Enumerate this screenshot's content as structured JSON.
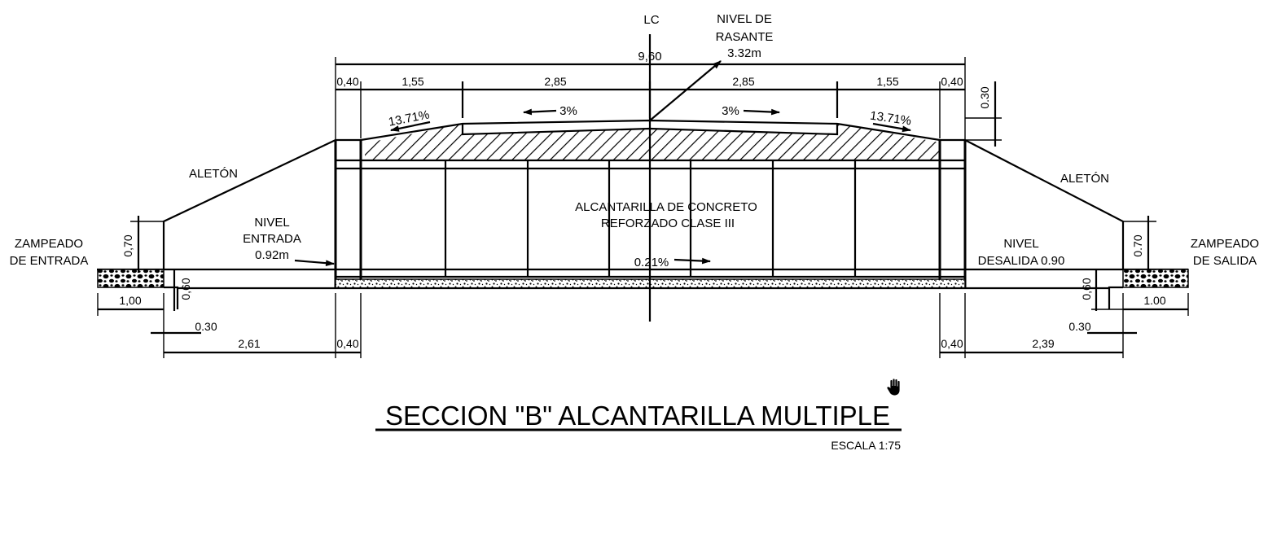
{
  "drawing": {
    "title": "SECCION \"B\" ALCANTARILLA MULTIPLE",
    "scale": "ESCALA 1:75",
    "centerline": "LC",
    "grade_level": {
      "line1": "NIVEL DE",
      "line2": "RASANTE",
      "value": "3.32m"
    },
    "culvert": {
      "line1": "ALCANTARILLA DE CONCRETO",
      "line2": "REFORZADO CLASE III"
    },
    "wingwall_left": "ALETÓN",
    "wingwall_right": "ALETÓN",
    "apron_left": {
      "line1": "ZAMPEADO",
      "line2": "DE ENTRADA"
    },
    "apron_right": {
      "line1": "ZAMPEADO",
      "line2": "DE SALIDA"
    },
    "inlet_level": {
      "line1": "NIVEL",
      "line2": "ENTRADA",
      "value": "0.92m"
    },
    "outlet_level": {
      "line1": "NIVEL",
      "line2": "DESALIDA 0.90"
    },
    "slopes": {
      "road_left": "3%",
      "road_right": "3%",
      "shoulder_left": "13.71%",
      "shoulder_right": "13.71%",
      "culvert": "0.21%"
    },
    "dimensions": {
      "total": "9,60",
      "top_segments": [
        "0,40",
        "1,55",
        "2,85",
        "2,85",
        "1,55",
        "0,40"
      ],
      "fill_height": "0.30",
      "wing_height_left": "0,70",
      "wing_height_right": "0.70",
      "apron_depth_left": "0,60",
      "apron_depth_right": "0,60",
      "apron_left": "1,00",
      "apron_right": "1.00",
      "toe_left": "0.30",
      "toe_right": "0.30",
      "wing_base_left": "2,61",
      "wing_base_right": "2,39",
      "wall_left": "0,40",
      "wall_right": "0,40"
    }
  }
}
